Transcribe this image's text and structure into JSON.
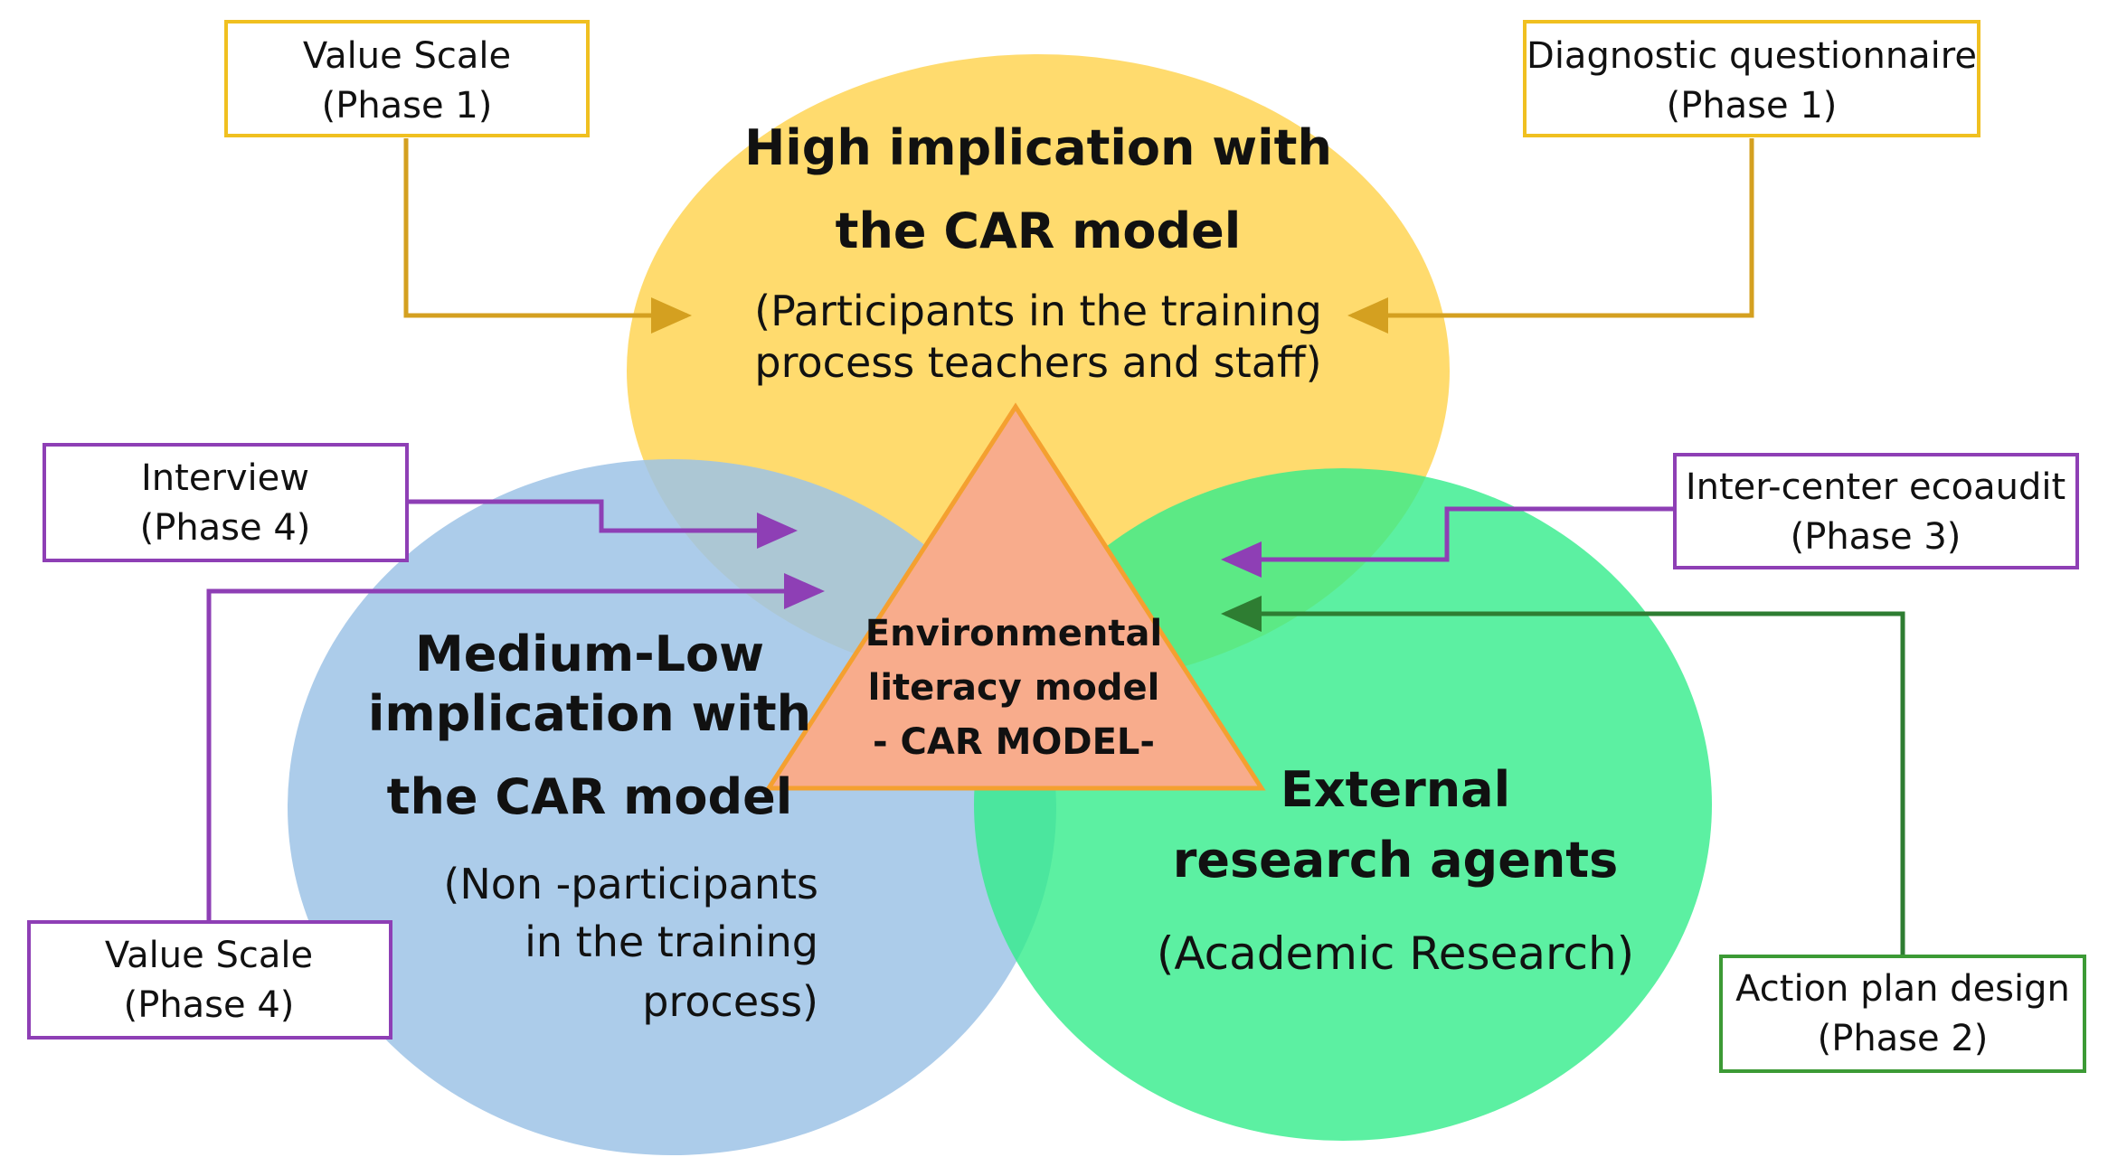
{
  "circles": {
    "top": {
      "title_line1": "High implication with",
      "title_line2": "the CAR model",
      "sub_line1": "(Participants in the training",
      "sub_line2": "process teachers and staff)",
      "color": "#FFD966"
    },
    "left": {
      "title_line1": "Medium-Low",
      "title_line2": "implication with",
      "title_line3": "the CAR model",
      "sub_line1": "(Non -participants",
      "sub_line2": "in the training",
      "sub_line3": "process)",
      "color": "#9DC3E6"
    },
    "right": {
      "title_line1": "External",
      "title_line2": "research agents",
      "sub_line1": "(Academic Research)",
      "color": "#33EC8B"
    }
  },
  "center": {
    "line1": "Environmental",
    "line2": "literacy model",
    "line3": "- CAR MODEL-",
    "color": "#F8AC8C",
    "stroke": "#F4A030"
  },
  "boxes": {
    "value_scale_p1": {
      "line1": "Value Scale",
      "line2": "(Phase 1)",
      "color": "#F0C020",
      "arrow": "#D4A020"
    },
    "diagnostic_p1": {
      "line1": "Diagnostic questionnaire",
      "line2": "(Phase 1)",
      "color": "#F0C020",
      "arrow": "#D4A020"
    },
    "interview_p4": {
      "line1": "Interview",
      "line2": "(Phase 4)",
      "color": "#8E3FB5",
      "arrow": "#8E3FB5"
    },
    "value_scale_p4": {
      "line1": "Value Scale",
      "line2": "(Phase 4)",
      "color": "#8E3FB5",
      "arrow": "#8E3FB5"
    },
    "ecoaudit_p3": {
      "line1": "Inter-center ecoaudit",
      "line2": "(Phase 3)",
      "color": "#8E3FB5",
      "arrow": "#8E3FB5"
    },
    "action_plan_p2": {
      "line1": "Action plan design",
      "line2": "(Phase 2)",
      "color": "#3C9A35",
      "arrow": "#2E7D32"
    }
  }
}
